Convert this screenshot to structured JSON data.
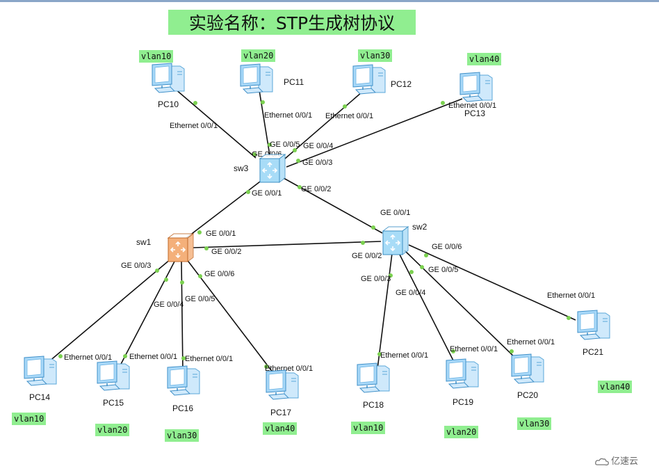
{
  "title": "实验名称：STP生成树协议",
  "watermark": "亿速云",
  "colors": {
    "vlan_bg": "#90ee90",
    "link_dot": "#7bd150",
    "line": "#111111",
    "core_switch": "#f4b07a",
    "switch": "#a8dcf7",
    "pc": "#a8d8f8"
  },
  "switches": [
    {
      "id": "sw1",
      "label": "sw1",
      "icon": "core-switch-icon"
    },
    {
      "id": "sw2",
      "label": "sw2",
      "icon": "switch-icon"
    },
    {
      "id": "sw3",
      "label": "sw3",
      "icon": "switch-icon"
    }
  ],
  "pcs": [
    {
      "id": "pc10",
      "label": "PC10",
      "vlan": "vlan10"
    },
    {
      "id": "pc11",
      "label": "PC11",
      "vlan": "vlan20"
    },
    {
      "id": "pc12",
      "label": "PC12",
      "vlan": "vlan30"
    },
    {
      "id": "pc13",
      "label": "PC13",
      "vlan": "vlan40"
    },
    {
      "id": "pc14",
      "label": "PC14",
      "vlan": "vlan10"
    },
    {
      "id": "pc15",
      "label": "PC15",
      "vlan": "vlan20"
    },
    {
      "id": "pc16",
      "label": "PC16",
      "vlan": "vlan30"
    },
    {
      "id": "pc17",
      "label": "PC17",
      "vlan": "vlan40"
    },
    {
      "id": "pc18",
      "label": "PC18",
      "vlan": "vlan10"
    },
    {
      "id": "pc19",
      "label": "PC19",
      "vlan": "vlan20"
    },
    {
      "id": "pc20",
      "label": "PC20",
      "vlan": "vlan30"
    },
    {
      "id": "pc21",
      "label": "PC21",
      "vlan": "vlan40"
    }
  ],
  "links": [
    {
      "id": "sw3-pc10",
      "a_port": "GE 0/0/6",
      "b_port": "Ethernet 0/0/1"
    },
    {
      "id": "sw3-pc11",
      "a_port": "GE 0/0/5",
      "b_port": "Ethernet 0/0/1"
    },
    {
      "id": "sw3-pc12",
      "a_port": "GE 0/0/4",
      "b_port": "Ethernet 0/0/1"
    },
    {
      "id": "sw3-pc13",
      "a_port": "GE 0/0/3",
      "b_port": "Ethernet 0/0/1"
    },
    {
      "id": "sw3-sw1",
      "a_port": "GE 0/0/1",
      "b_port": "GE 0/0/1"
    },
    {
      "id": "sw3-sw2",
      "a_port": "GE 0/0/2",
      "b_port": "GE 0/0/1"
    },
    {
      "id": "sw1-sw2",
      "a_port": "GE 0/0/2",
      "b_port": "GE 0/0/2"
    },
    {
      "id": "sw1-pc14",
      "a_port": "GE 0/0/3",
      "b_port": "Ethernet 0/0/1"
    },
    {
      "id": "sw1-pc15",
      "a_port": "GE 0/0/4",
      "b_port": "Ethernet 0/0/1"
    },
    {
      "id": "sw1-pc16",
      "a_port": "GE 0/0/5",
      "b_port": "Ethernet 0/0/1"
    },
    {
      "id": "sw1-pc17",
      "a_port": "GE 0/0/6",
      "b_port": "Ethernet 0/0/1"
    },
    {
      "id": "sw2-pc18",
      "a_port": "GE 0/0/3",
      "b_port": "Ethernet 0/0/1"
    },
    {
      "id": "sw2-pc19",
      "a_port": "GE 0/0/4",
      "b_port": "Ethernet 0/0/1"
    },
    {
      "id": "sw2-pc20",
      "a_port": "GE 0/0/5",
      "b_port": "Ethernet 0/0/1"
    },
    {
      "id": "sw2-pc21",
      "a_port": "GE 0/0/6",
      "b_port": "Ethernet 0/0/1"
    }
  ]
}
